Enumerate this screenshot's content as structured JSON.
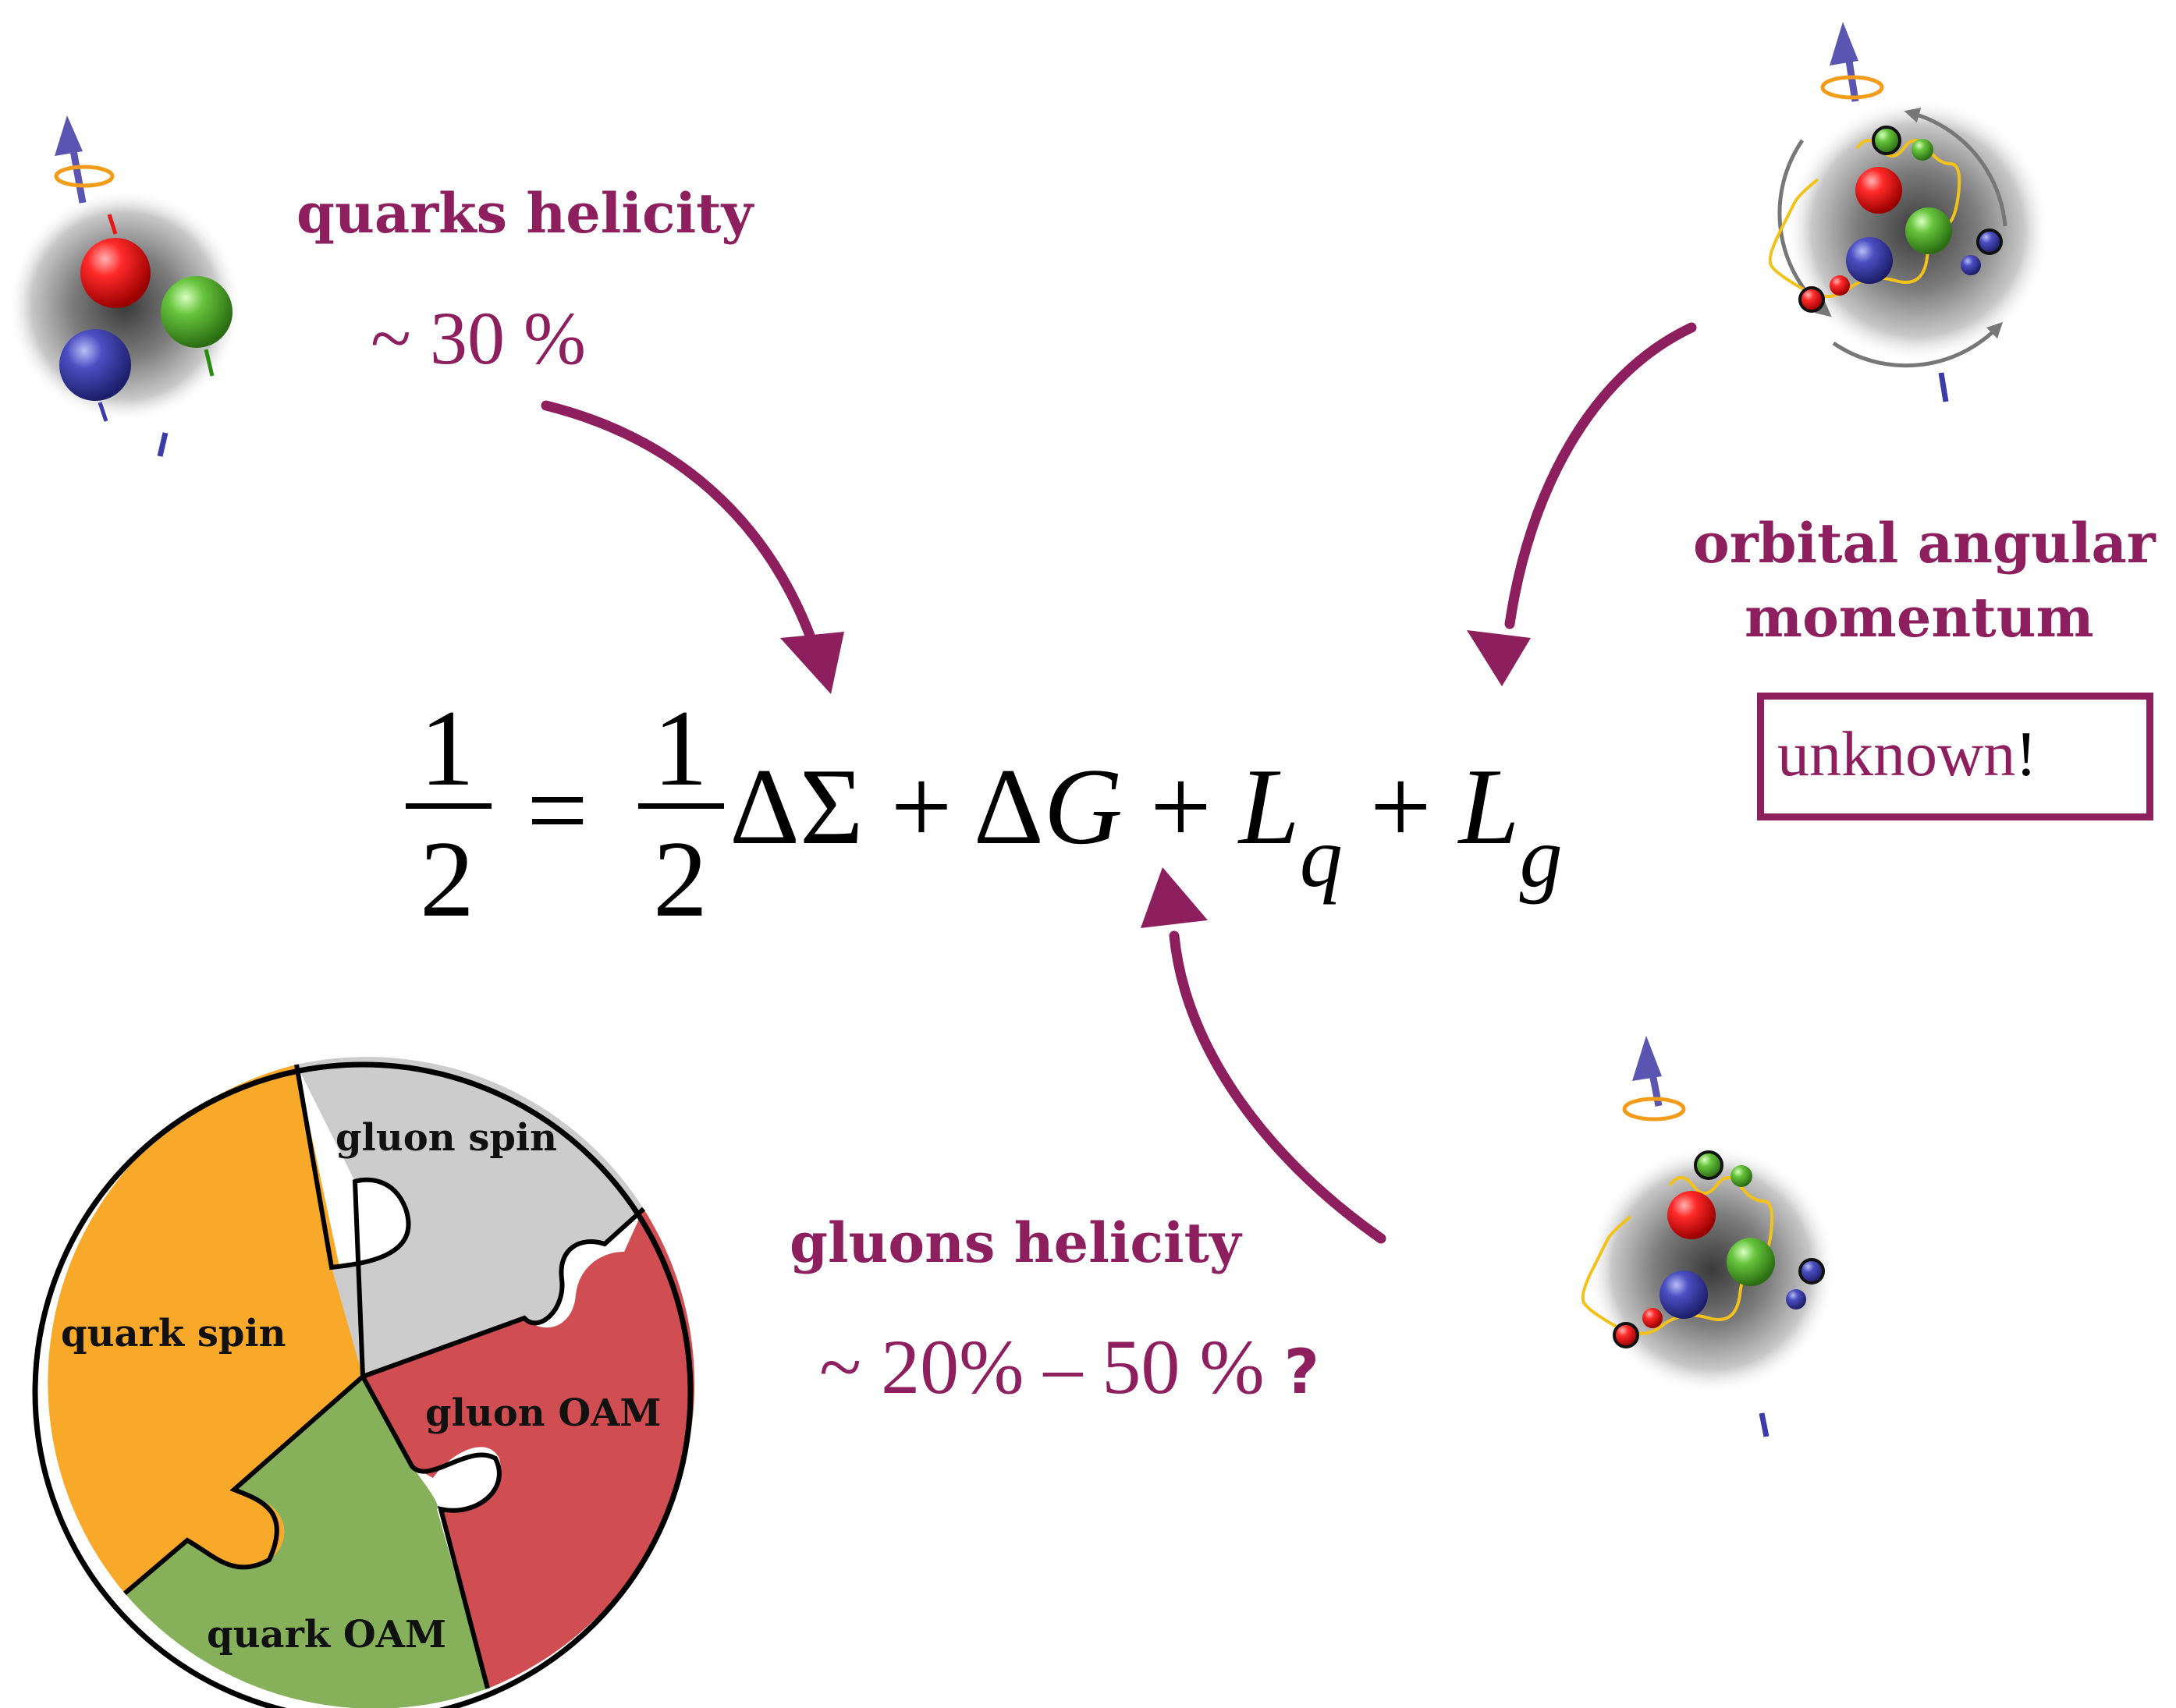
{
  "quarks": {
    "label": "quarks helicity",
    "value": "~ 30 %"
  },
  "orbital": {
    "label_line1": "orbital angular",
    "label_line2": "momentum",
    "status": "unknown",
    "status_mark": "!"
  },
  "gluons": {
    "label": "gluons helicity",
    "value": "~ 20% – 50 %",
    "question": "?"
  },
  "equation": {
    "lhs_num": "1",
    "lhs_den": "2",
    "equals": "=",
    "rhs_num": "1",
    "rhs_den": "2",
    "delta_sigma": "ΔΣ",
    "plus1": "+",
    "delta_g_delta": "Δ",
    "delta_g_g": "G",
    "plus2": "+",
    "lq_l": "L",
    "lq_sub": "q",
    "plus3": "+",
    "lg_l": "L",
    "lg_sub": "g"
  },
  "puzzle": {
    "pieces": [
      "gluon spin",
      "quark spin",
      "gluon OAM",
      "quark OAM"
    ],
    "colors": {
      "quark_spin": "#f9a92a",
      "gluon_spin": "#cccccc",
      "gluon_oam": "#d04e52",
      "quark_oam": "#86b05a"
    }
  },
  "colors": {
    "accent": "#8e1f5f",
    "quark_red": "#e81717",
    "quark_green": "#4aa52a",
    "quark_blue": "#3b3ca8",
    "spin_arrow": "#5a55b0",
    "gluon_line": "#f3c21a"
  },
  "icons": [
    "proton-quarks-icon",
    "proton-full-oam-icon",
    "proton-gluons-icon",
    "spin-arrow-icon"
  ]
}
